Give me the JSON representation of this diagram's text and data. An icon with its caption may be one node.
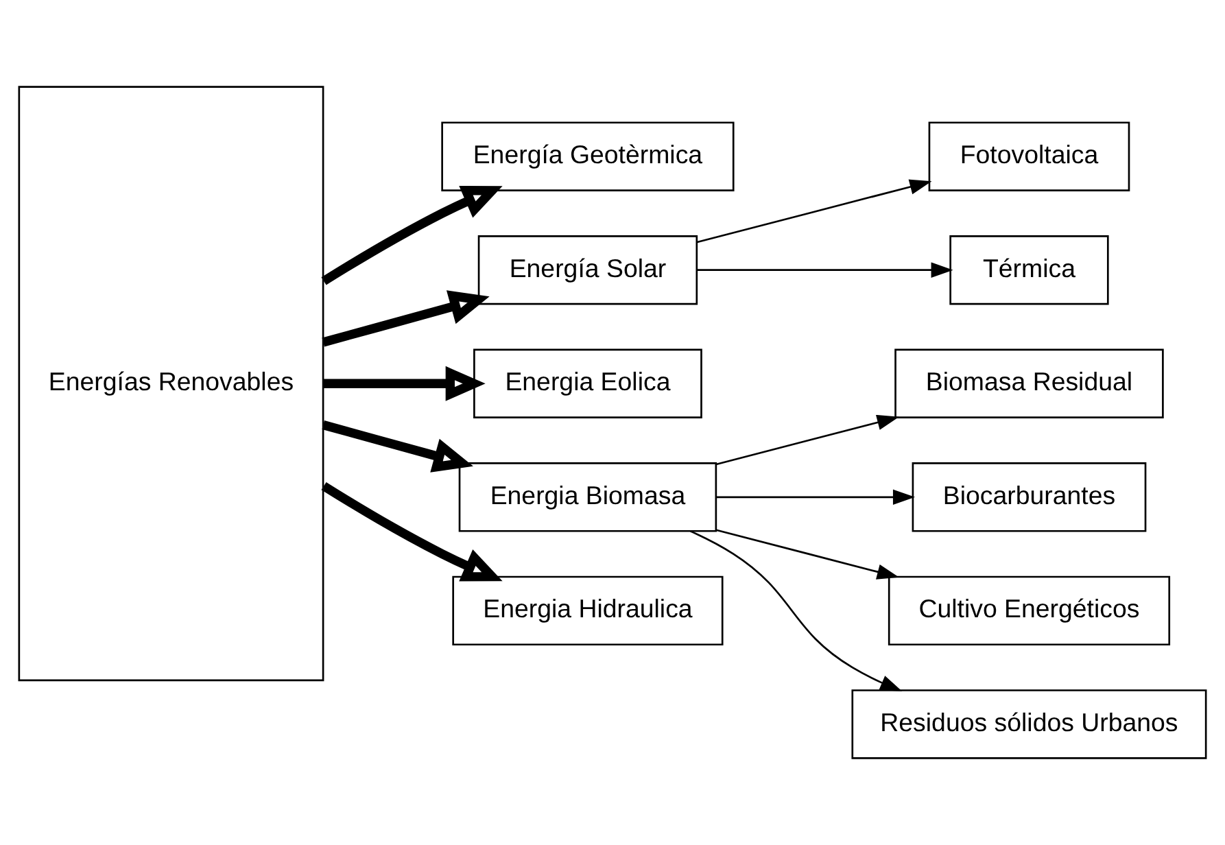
{
  "diagram": {
    "nodes": [
      {
        "text": [
          "Energías Renovables"
        ]
      },
      {
        "text": [
          "Energía Geotèrmica"
        ]
      },
      {
        "text": [
          "Energía Solar"
        ]
      },
      {
        "text": [
          "Energia Eolica"
        ]
      },
      {
        "text": [
          "Energia Biomasa"
        ]
      },
      {
        "text": [
          "Energia Hidraulica"
        ]
      },
      {
        "text": [
          "Fotovoltaica"
        ]
      },
      {
        "text": [
          "Térmica"
        ]
      },
      {
        "text": [
          "Biomasa Residual"
        ]
      },
      {
        "text": [
          "Biocarburantes"
        ]
      },
      {
        "text": [
          "Cultivo Energéticos"
        ]
      },
      {
        "text": [
          "Residuos sólidos Urbanos"
        ]
      }
    ],
    "edges": [
      {
        "from": 0,
        "to": 1,
        "arrow": "to",
        "style": "thick"
      },
      {
        "from": 0,
        "to": 2,
        "arrow": "to",
        "style": "thick"
      },
      {
        "from": 0,
        "to": 3,
        "arrow": "to",
        "style": "thick"
      },
      {
        "from": 0,
        "to": 4,
        "arrow": "to",
        "style": "thick"
      },
      {
        "from": 0,
        "to": 5,
        "arrow": "to",
        "style": "thick"
      },
      {
        "from": 2,
        "to": 6,
        "arrow": "to"
      },
      {
        "from": 2,
        "to": 7,
        "arrow": "to"
      },
      {
        "from": 4,
        "to": 8,
        "arrow": "to"
      },
      {
        "from": 4,
        "to": 9,
        "arrow": "to"
      },
      {
        "from": 4,
        "to": 10,
        "arrow": "to"
      },
      {
        "from": 4,
        "to": 11,
        "arrow": "to"
      }
    ]
  }
}
